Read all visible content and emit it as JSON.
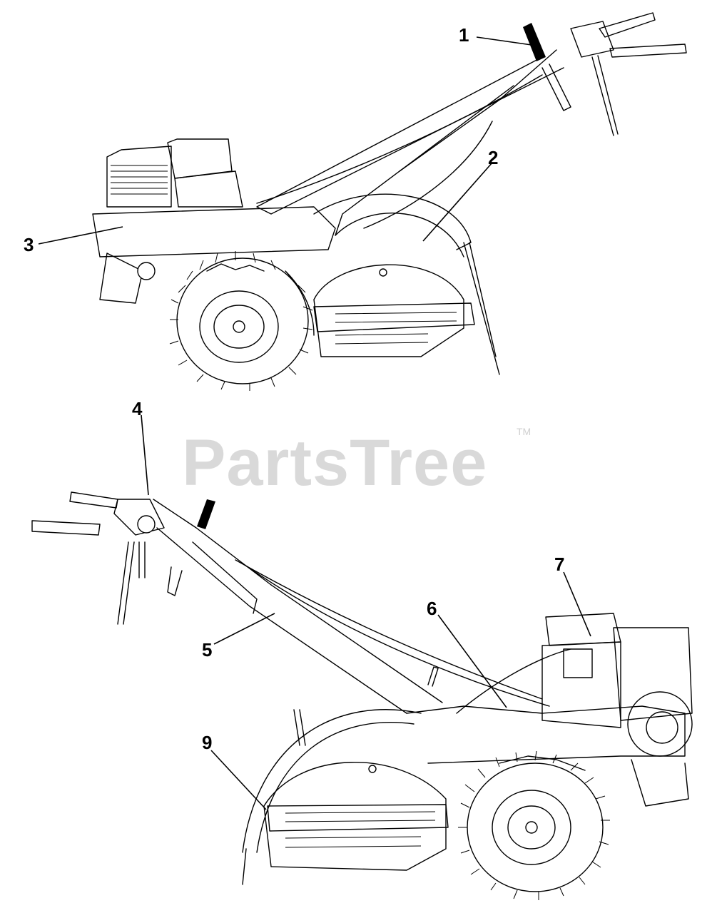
{
  "watermark": {
    "text": "PartsTree",
    "trademark": "TM"
  },
  "callouts": [
    {
      "id": "c1",
      "label": "1"
    },
    {
      "id": "c2",
      "label": "2"
    },
    {
      "id": "c3",
      "label": "3"
    },
    {
      "id": "c4",
      "label": "4"
    },
    {
      "id": "c5",
      "label": "5"
    },
    {
      "id": "c6",
      "label": "6"
    },
    {
      "id": "c7",
      "label": "7"
    },
    {
      "id": "c9",
      "label": "9"
    }
  ]
}
